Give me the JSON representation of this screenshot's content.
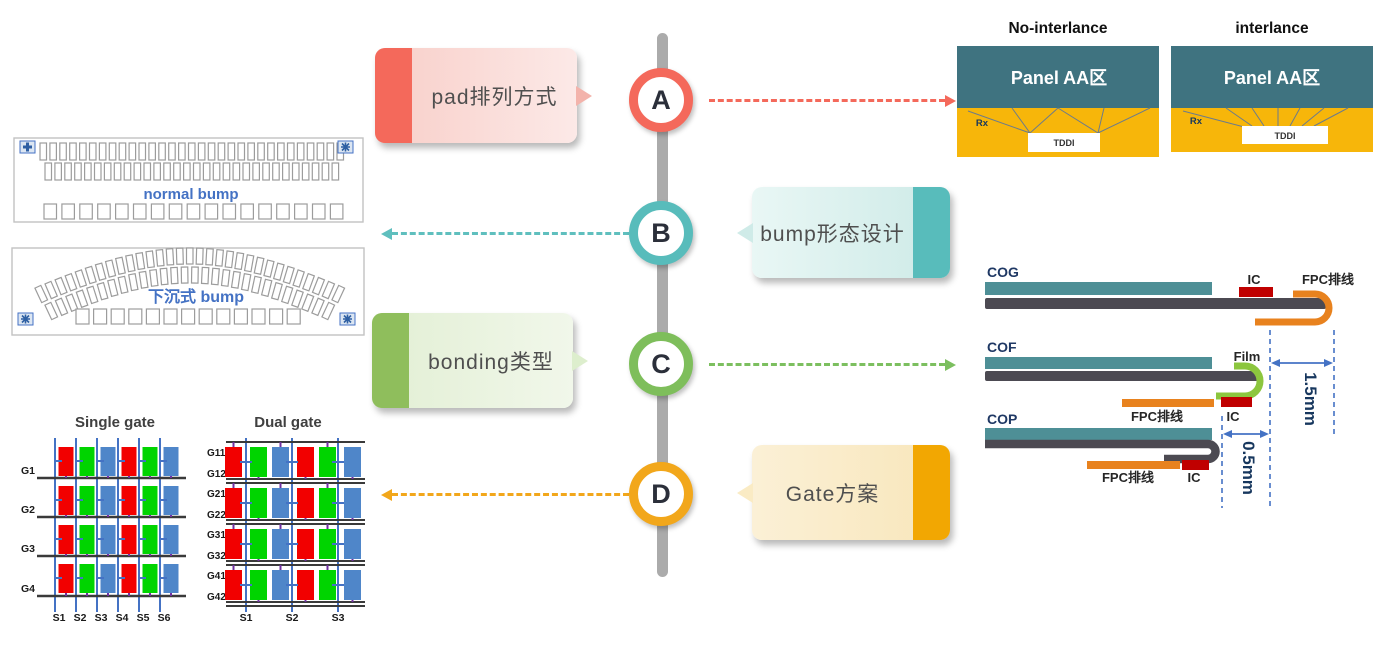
{
  "timeline": {
    "bar_color": "#ABABAB",
    "nodes": [
      {
        "letter": "A",
        "ring_color": "#F4695B",
        "callout_text": "pad排列方式",
        "callout_side": "left-of-bar",
        "arrow_direction": "right",
        "accent": "#F4695B",
        "body_color": "#FBE3DF"
      },
      {
        "letter": "B",
        "ring_color": "#58BCBB",
        "callout_text": "bump形态设计",
        "callout_side": "right-of-bar",
        "arrow_direction": "left",
        "accent": "#58BCBB",
        "body_color": "#DDF1EF"
      },
      {
        "letter": "C",
        "ring_color": "#7EBE5B",
        "callout_text": "bonding类型",
        "callout_side": "left-of-bar",
        "arrow_direction": "right",
        "accent": "#8FBE5C",
        "body_color": "#EDF5E3"
      },
      {
        "letter": "D",
        "ring_color": "#F2A71B",
        "callout_text": "Gate方案",
        "callout_side": "right-of-bar",
        "arrow_direction": "left",
        "accent": "#F2A702",
        "body_color": "#FAEDCA"
      }
    ]
  },
  "pad_layout": {
    "panels": [
      {
        "title": "No-interlance",
        "area_label": "Panel AA区",
        "chip": "TDDI",
        "rx": "Rx"
      },
      {
        "title": "interlance",
        "area_label": "Panel AA区",
        "chip": "TDDI",
        "rx": "Rx"
      }
    ],
    "colors": {
      "panel_teal": "#3F7380",
      "fanout_yellow": "#F7B60A",
      "fan_line": "#6B7B8C"
    }
  },
  "bump_design": {
    "normal": {
      "label": "normal bump",
      "row1_count": 31,
      "row2_count": 30,
      "pad_count": 17
    },
    "sunken": {
      "label": "下沉式 bump",
      "outer_arc_count": 31,
      "inner_arc_count": 28,
      "pad_count": 13
    },
    "text_color": "#4472C4",
    "outline_color": "#9C9C9C"
  },
  "bonding": {
    "cog": "COG",
    "cof": "COF",
    "cop": "COP",
    "ic": "IC",
    "fpc": "FPC排线",
    "film": "Film",
    "gap_cog_cof": "1.5mm",
    "gap_cof_cop": "0.5mm",
    "colors": {
      "glass": "#4E8F96",
      "substrate": "#4C4A52",
      "ic": "#C00000",
      "fpc": "#E8821E",
      "film": "#8CC63E",
      "measure": "#4472C4",
      "label": "#1F3864",
      "sub_label": "#262626",
      "dim_label": "#17375E"
    }
  },
  "gate_plan": {
    "single": {
      "title": "Single gate",
      "gates": [
        "G1",
        "G2",
        "G3",
        "G4"
      ],
      "sources": [
        "S1",
        "S2",
        "S3",
        "S4",
        "S5",
        "S6"
      ]
    },
    "dual": {
      "title": "Dual gate",
      "gates": [
        "G11",
        "G12",
        "G21",
        "G22",
        "G31",
        "G32",
        "G41",
        "G42"
      ],
      "sources": [
        "S1",
        "S2",
        "S3"
      ]
    },
    "pixel_colors": [
      "#F20000",
      "#00D400",
      "#4F86C9"
    ],
    "line_colors": {
      "source": "#4472C4",
      "gate": "#3A3A3A",
      "via": "#7030A0",
      "title": "#404040"
    }
  }
}
